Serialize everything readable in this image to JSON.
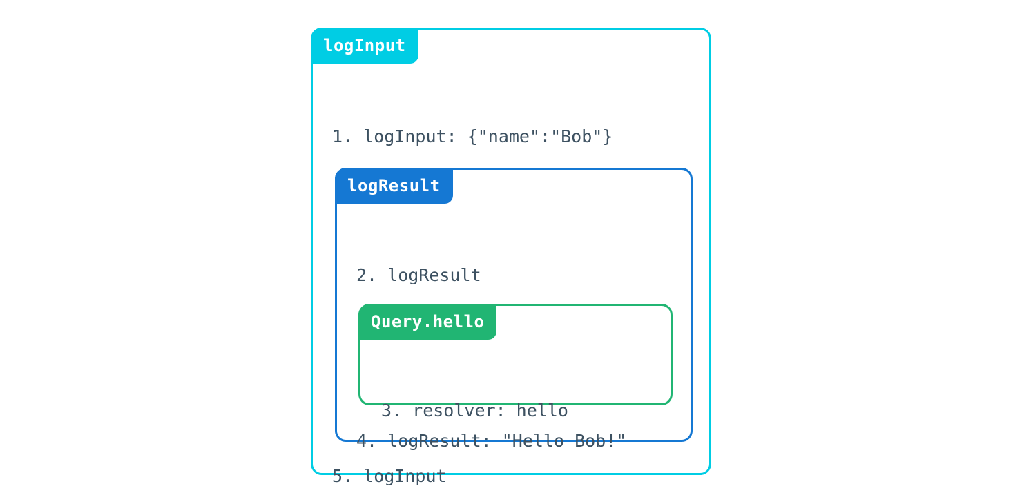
{
  "colors": {
    "background": "#ffffff",
    "log_input_accent": "#00cde4",
    "log_result_accent": "#1578d3",
    "query_hello_accent": "#21b573",
    "body_text": "#3d5161",
    "tab_text": "#ffffff"
  },
  "trace": {
    "outer_box": {
      "tab_label": "logInput",
      "accent": "#00cde4",
      "lines": [
        {
          "number": "1.",
          "text": "1. logInput: {\"name\":\"Bob\"}"
        },
        {
          "number": "5.",
          "text": "5. logInput"
        }
      ],
      "inner_box": {
        "tab_label": "logResult",
        "accent": "#1578d3",
        "lines": [
          {
            "number": "2.",
            "text": "2. logResult"
          },
          {
            "number": "4.",
            "text": "4. logResult: \"Hello Bob!\""
          }
        ],
        "inner_box": {
          "tab_label": "Query.hello",
          "accent": "#21b573",
          "lines": [
            {
              "number": "3.",
              "text": "3. resolver: hello"
            }
          ]
        }
      }
    }
  }
}
